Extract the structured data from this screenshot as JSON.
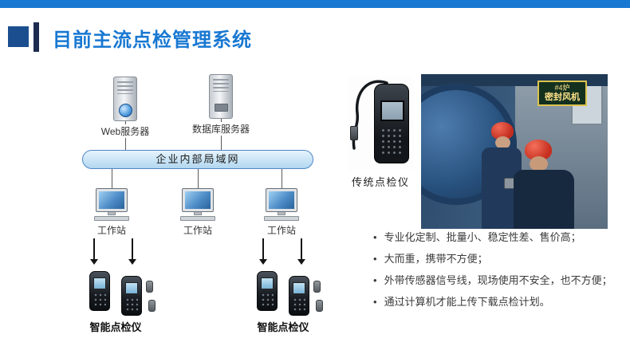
{
  "slide": {
    "title": "目前主流点检管理系统"
  },
  "diagram": {
    "web_server_label": "Web服务器",
    "db_server_label": "数据库服务器",
    "lan_label": "企业内部局域网",
    "workstation_labels": [
      "工作站",
      "工作站",
      "工作站"
    ],
    "smart_device_labels": [
      "智能点检仪",
      "智能点检仪"
    ]
  },
  "right": {
    "traditional_device_label": "传统点检仪",
    "photo_sign": {
      "line1": "#4炉",
      "line2": "密封风机"
    },
    "bullet_char": "•",
    "bullets": [
      "专业化定制、批量小、稳定性差、售价高；",
      "大而重，携带不方便；",
      "外带传感器信号线，现场使用不安全，也不方便；",
      "通过计算机才能上传下载点检计划。"
    ]
  },
  "colors": {
    "accent_blue": "#1878d2",
    "title_square_blue": "#1b4e8e",
    "title_bar_navy": "#1d2c4e",
    "lan_fill": "#b2d7f0",
    "lan_border": "#4f87c5",
    "helmet_red": "#c62f20"
  }
}
